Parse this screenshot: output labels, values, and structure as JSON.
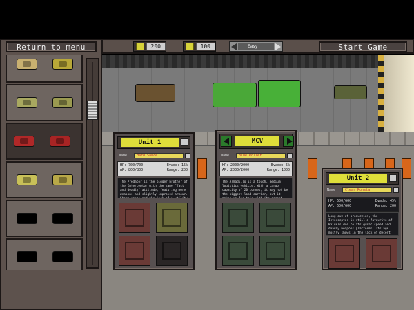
{
  "sidebar": {
    "return_label": "Return to menu"
  },
  "topbar": {
    "resource1": "200",
    "resource2": "100",
    "difficulty": "Easy",
    "start_label": "Start Game"
  },
  "cards": {
    "unit1": {
      "title": "Unit 1",
      "name_label": "Name",
      "name_value": "Hard Sauce",
      "hp": "HP:",
      "hp_val": "700/700",
      "ap": "AP:",
      "ap_val": "800/800",
      "evade": "Evade:",
      "evade_val": "15%",
      "range": "Range:",
      "range_val": "200",
      "desc": "The Predator is the bigger brother of the Interceptor with the same \"fast and deadly\" attitude, featuring more weapons and slightly improved armour. Short range and the lack of a utility slot make it",
      "desc_red": "..."
    },
    "mcv": {
      "title": "MCV",
      "name_label": "Name",
      "name_value": "Blue Roller",
      "hp": "HP:",
      "hp_val": "2000/2000",
      "ap": "AP:",
      "ap_val": "2000/2000",
      "evade": "Evade:",
      "evade_val": "5%",
      "range": "Range:",
      "range_val": "1000",
      "desc": "The Armadillo is a tough, medium logistics vehicle. With a cargo capacity of 20 tonnes, it may not be the biggest load carrier, but it makes up for this with its decent armour. It is usually seen",
      "desc_red": "..."
    },
    "unit2": {
      "title": "Unit 2",
      "name_label": "Name",
      "name_value": "Clear Ronsta",
      "hp": "HP:",
      "hp_val": "600/600",
      "ap": "AP:",
      "ap_val": "600/600",
      "evade": "Evade:",
      "evade_val": "45%",
      "range": "Range:",
      "range_val": "200",
      "desc": "Long out of production, the Interceptor is still a favourite of Raiders due to its great speed and deadly weapons platforms. Its age mostly shows in the lack of decent defences and poor range."
    }
  },
  "colors": {
    "accent_yellow": "#dede3a",
    "lamp_orange": "#d8661a",
    "arrow_green": "#2b7a2b"
  }
}
